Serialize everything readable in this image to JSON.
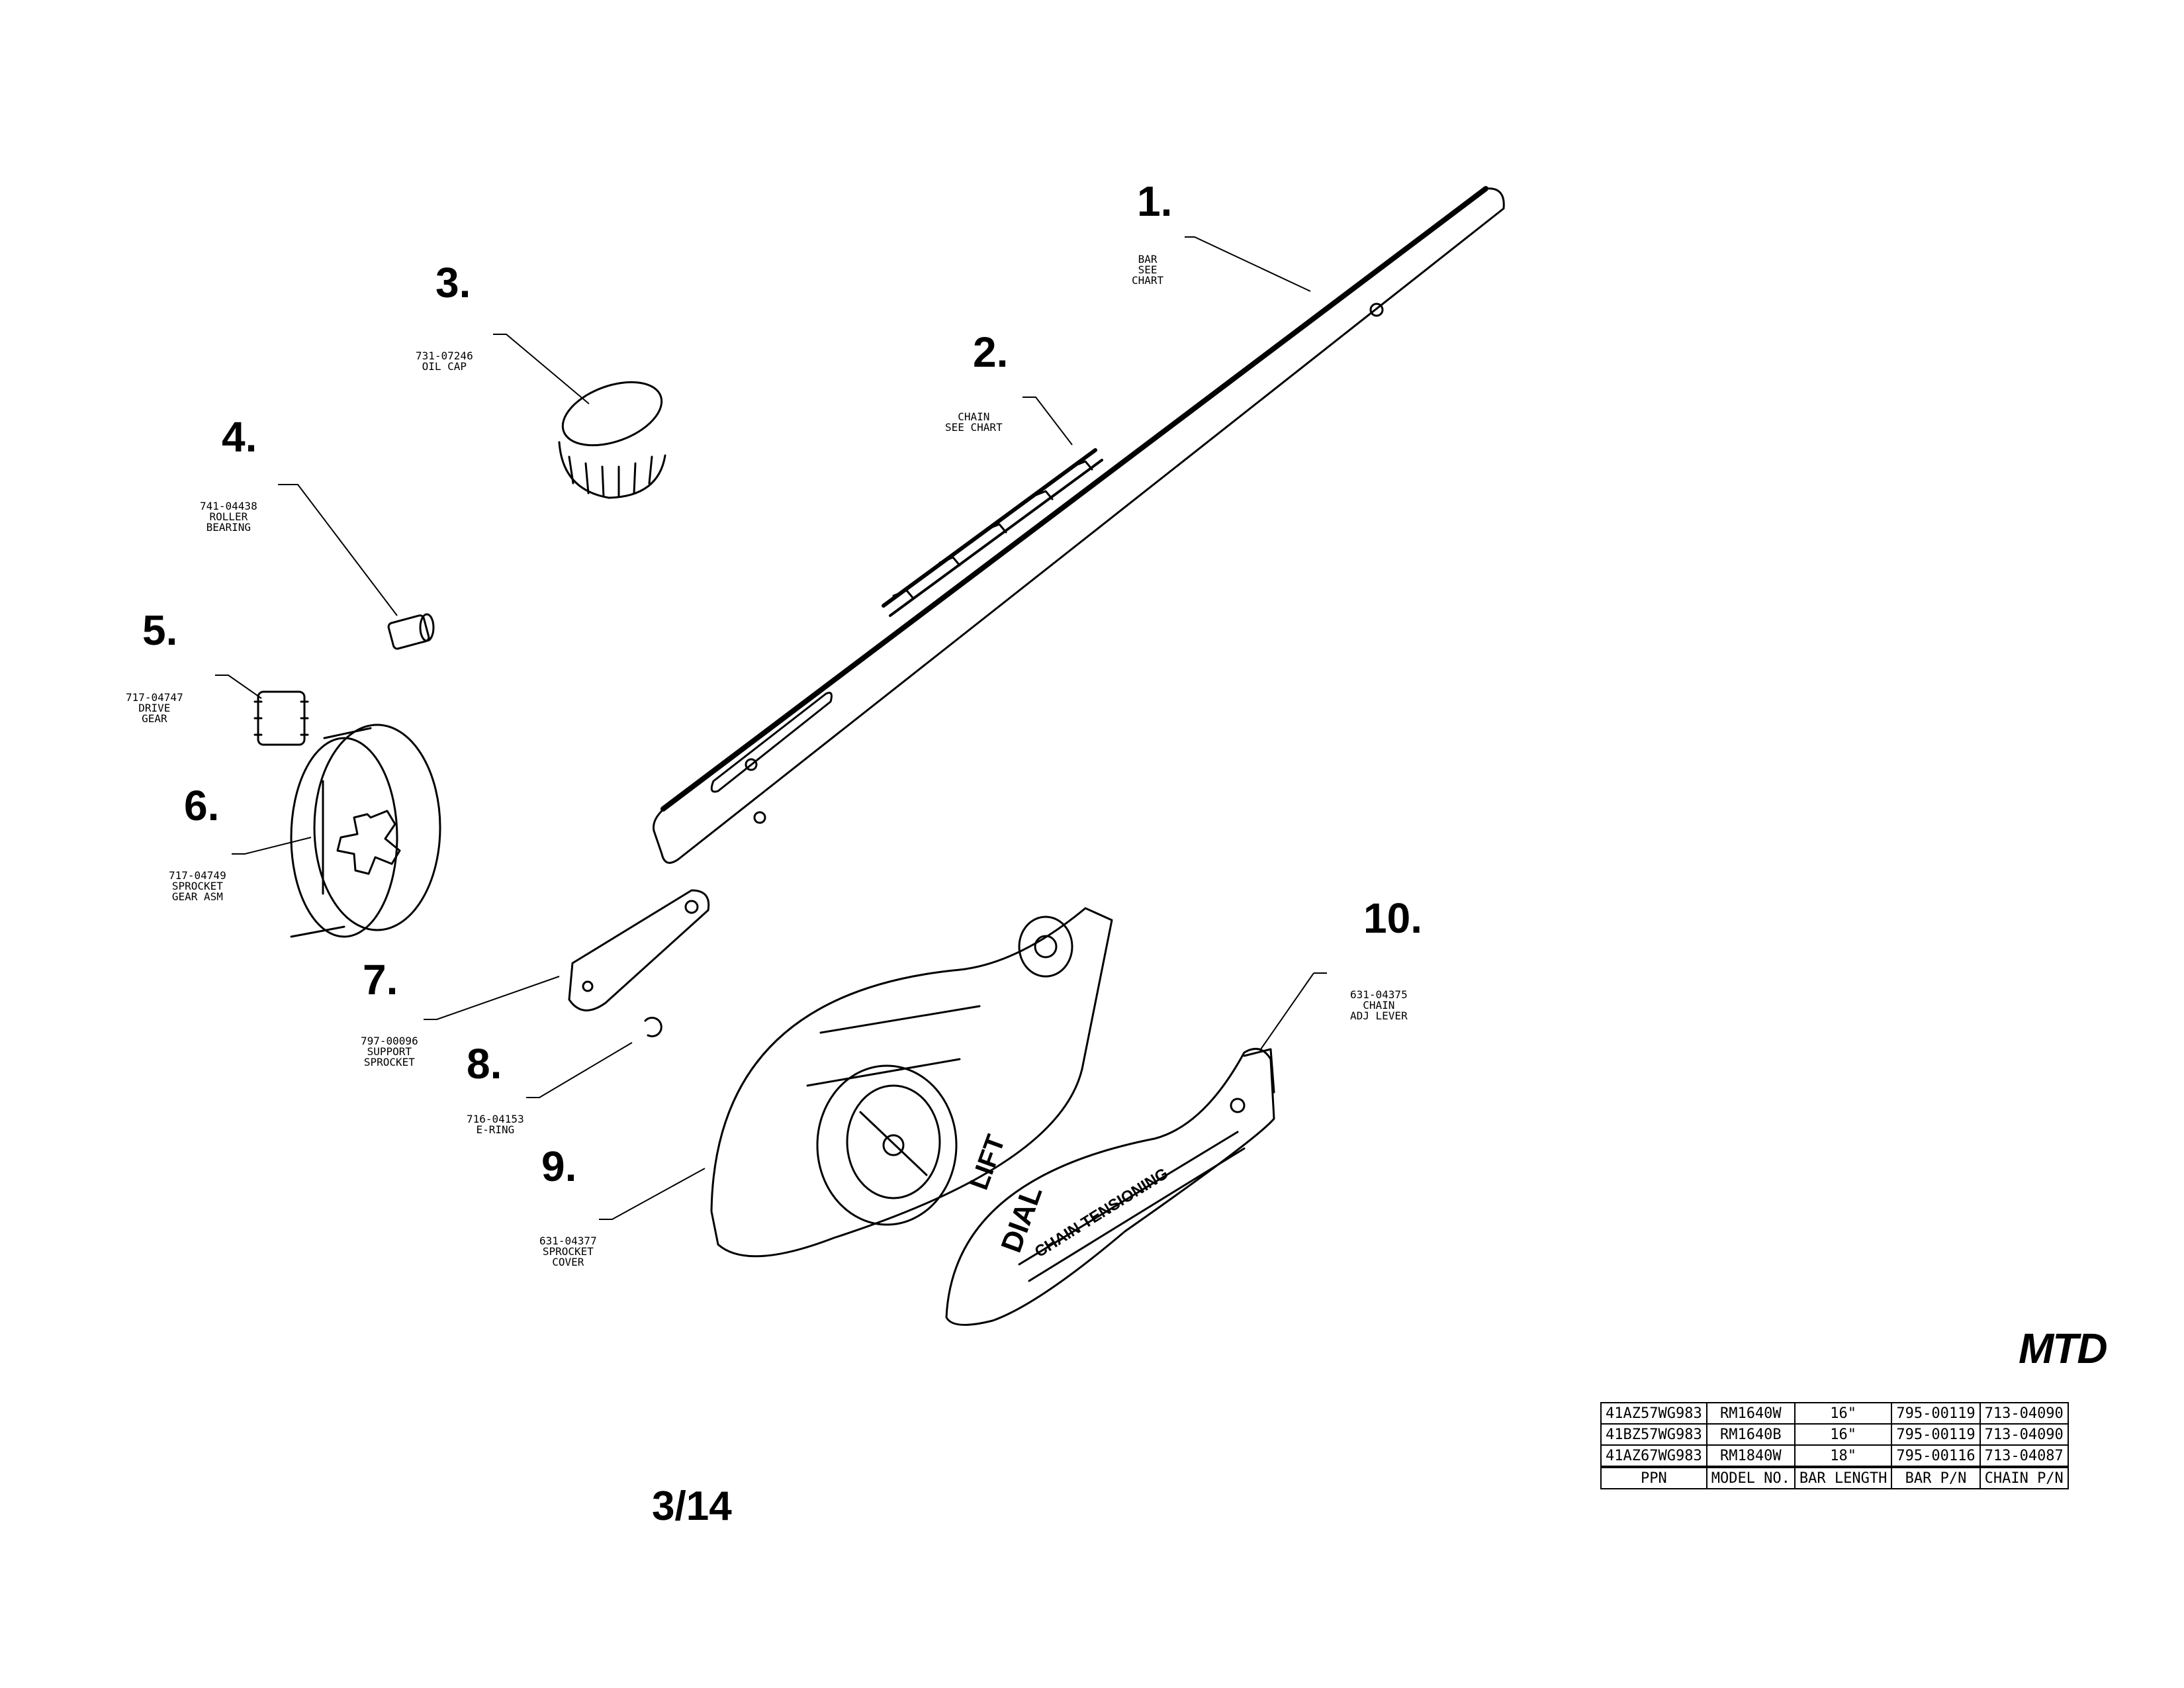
{
  "callouts": [
    {
      "num": "1.",
      "lines": [
        "BAR",
        "SEE",
        "CHART"
      ]
    },
    {
      "num": "2.",
      "lines": [
        "CHAIN",
        "SEE CHART"
      ]
    },
    {
      "num": "3.",
      "lines": [
        "731-07246",
        "OIL CAP"
      ]
    },
    {
      "num": "4.",
      "lines": [
        "741-04438",
        "ROLLER",
        "BEARING"
      ]
    },
    {
      "num": "5.",
      "lines": [
        "717-04747",
        "DRIVE",
        "GEAR"
      ]
    },
    {
      "num": "6.",
      "lines": [
        "717-04749",
        "SPROCKET",
        "GEAR ASM"
      ]
    },
    {
      "num": "7.",
      "lines": [
        "797-00096",
        "SUPPORT",
        "SPROCKET"
      ]
    },
    {
      "num": "8.",
      "lines": [
        "716-04153",
        "E-RING"
      ]
    },
    {
      "num": "9.",
      "lines": [
        "631-04377",
        "SPROCKET",
        "COVER"
      ]
    },
    {
      "num": "10.",
      "lines": [
        "631-04375",
        "CHAIN",
        "ADJ LEVER"
      ]
    }
  ],
  "cover_text": {
    "lift": "LIFT",
    "dial": "DIAL",
    "band": "CHAIN TENSIONING"
  },
  "page_number": "3/14",
  "logo": "MTD",
  "table": {
    "rows": [
      [
        "41AZ57WG983",
        "RM1640W",
        "16\"",
        "795-00119",
        "713-04090"
      ],
      [
        "41BZ57WG983",
        "RM1640B",
        "16\"",
        "795-00119",
        "713-04090"
      ],
      [
        "41AZ67WG983",
        "RM1840W",
        "18\"",
        "795-00116",
        "713-04087"
      ]
    ],
    "header": [
      "PPN",
      "MODEL NO.",
      "BAR LENGTH",
      "BAR P/N",
      "CHAIN P/N"
    ]
  }
}
